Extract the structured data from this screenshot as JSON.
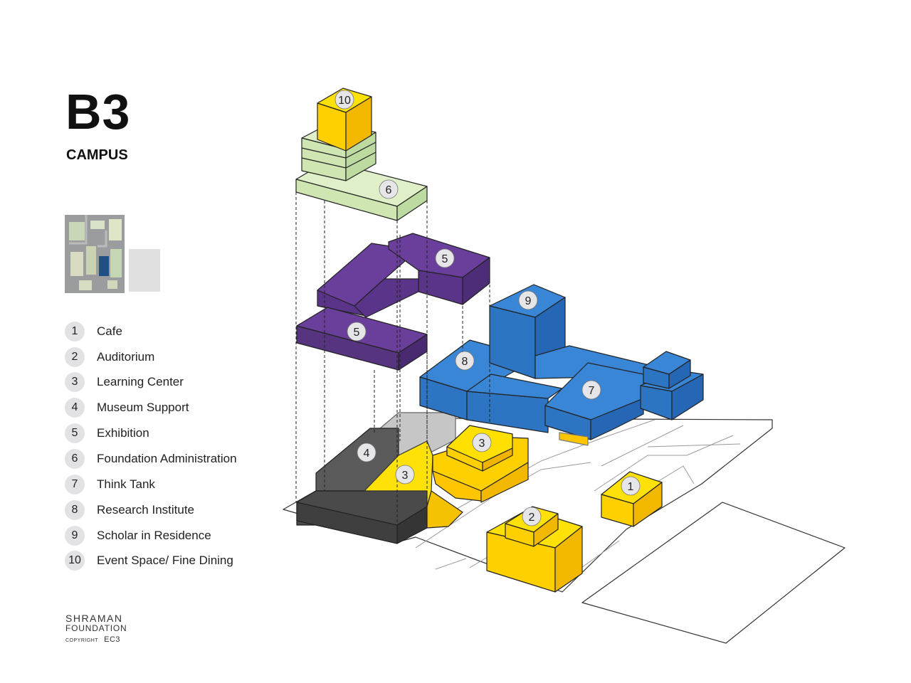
{
  "header": {
    "title": "B3",
    "subtitle": "CAMPUS"
  },
  "colors": {
    "yellow": "#FFD400",
    "gray": "#555555",
    "purple": "#5F3D96",
    "blue": "#2E7ED3",
    "green": "#D6EEB8"
  },
  "legend": [
    {
      "num": "1",
      "label": "Cafe"
    },
    {
      "num": "2",
      "label": "Auditorium"
    },
    {
      "num": "3",
      "label": "Learning Center"
    },
    {
      "num": "4",
      "label": "Museum Support"
    },
    {
      "num": "5",
      "label": "Exhibition"
    },
    {
      "num": "6",
      "label": "Foundation Administration"
    },
    {
      "num": "7",
      "label": "Think Tank"
    },
    {
      "num": "8",
      "label": "Research Institute"
    },
    {
      "num": "9",
      "label": "Scholar in Residence"
    },
    {
      "num": "10",
      "label": "Event Space/ Fine Dining"
    }
  ],
  "diagram": {
    "badges": {
      "b10": "10",
      "b6": "6",
      "b5a": "5",
      "b5b": "5",
      "b9": "9",
      "b8": "8",
      "b7": "7",
      "b4": "4",
      "b3a": "3",
      "b3b": "3",
      "b1": "1",
      "b2": "2"
    }
  },
  "brand": {
    "line1": "SHRAMAN",
    "line2": "FOUNDATION",
    "copyright": "COPYRIGHT",
    "code": "EC3"
  }
}
